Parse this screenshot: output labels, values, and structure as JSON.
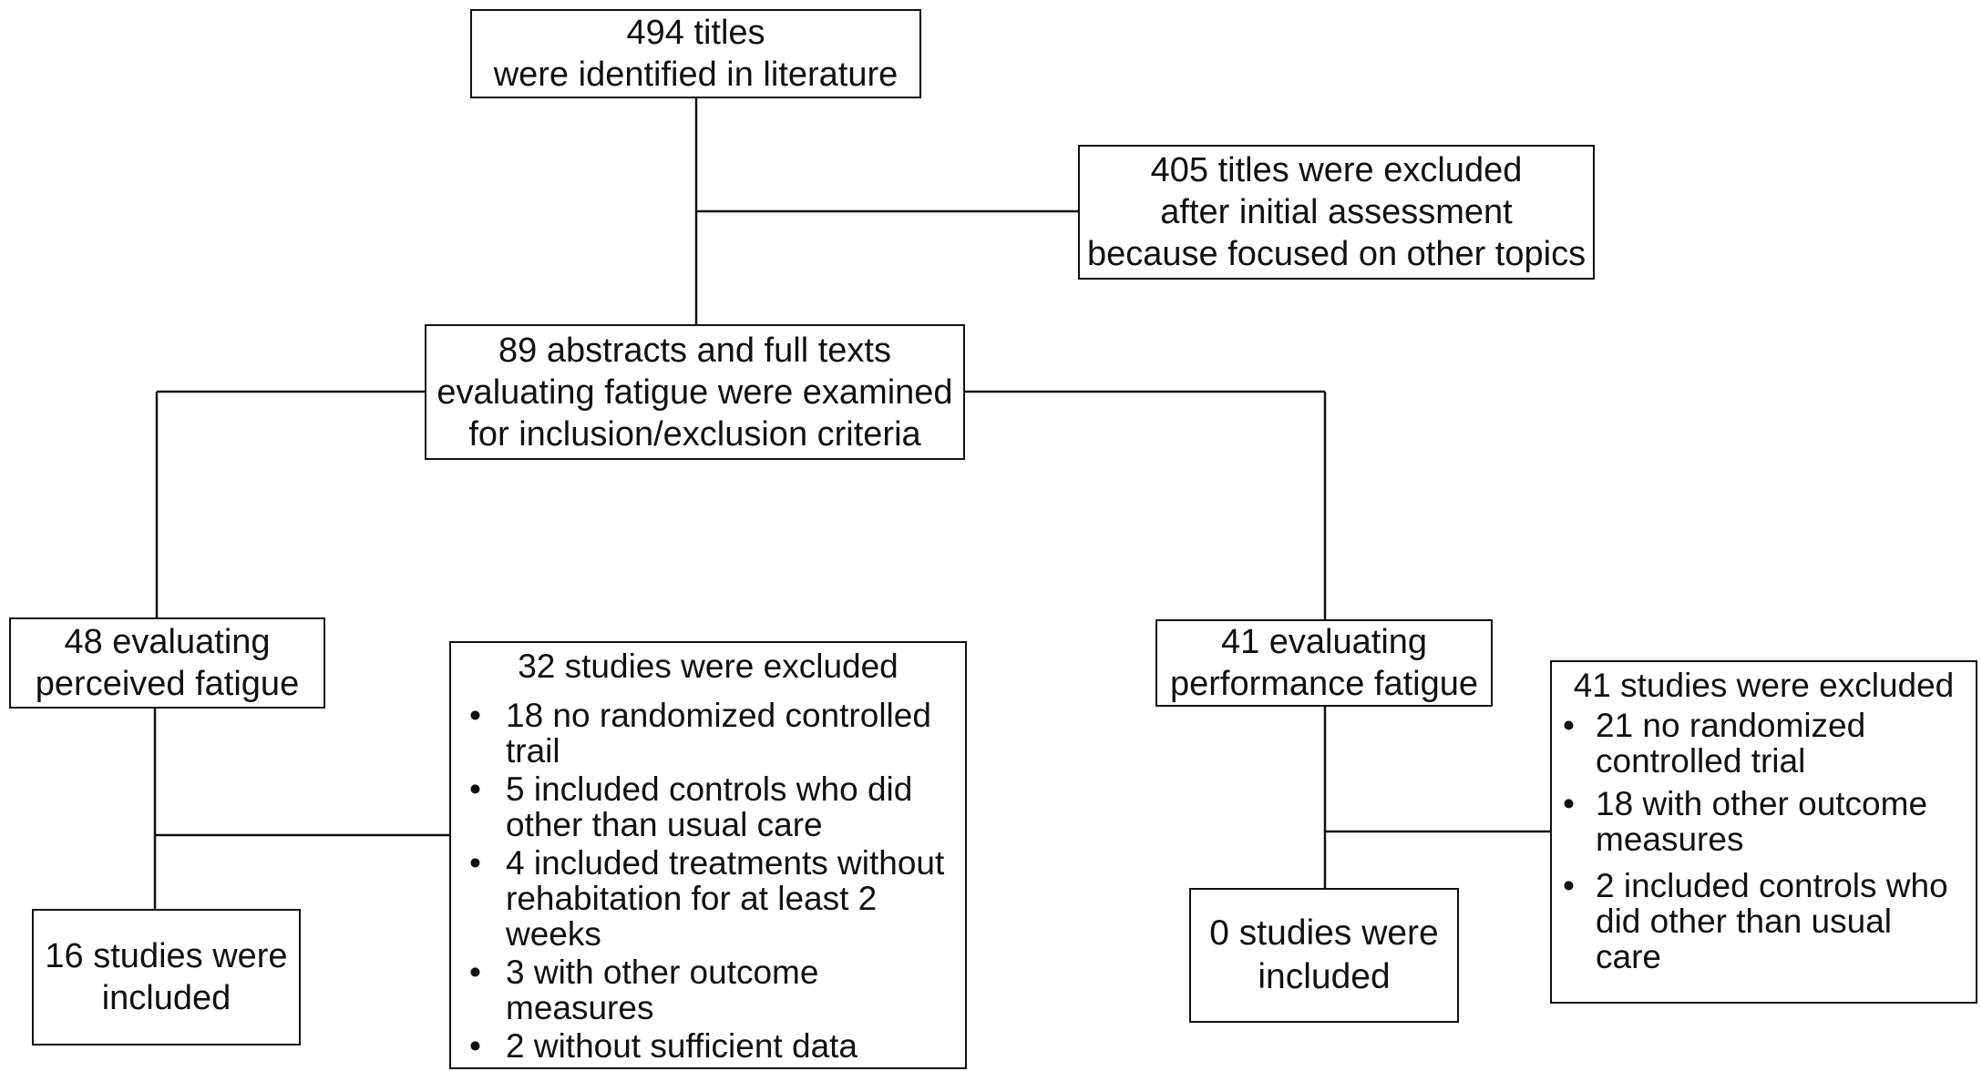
{
  "identified": [
    "494 titles",
    "were identified in literature"
  ],
  "excluded_initial": [
    "405 titles were excluded",
    "after initial assessment",
    "because focused on other topics"
  ],
  "examined": [
    "89 abstracts and full texts",
    "evaluating fatigue were examined",
    "for inclusion/exclusion criteria"
  ],
  "perceived": [
    "48 evaluating",
    "perceived fatigue"
  ],
  "performance": [
    "41 evaluating",
    "performance fatigue"
  ],
  "perceived_excluded": {
    "title": "32 studies were excluded",
    "items": [
      "18 no randomized controlled trail",
      "5 included controls who did other than usual care",
      "4 included treatments without rehabitation for at least 2 weeks",
      "3 with other outcome measures",
      "2 without sufficient data"
    ]
  },
  "performance_excluded": {
    "title": "41 studies were excluded",
    "items": [
      "21 no randomized controlled trial",
      "18 with other outcome measures",
      "2 included controls who did other than usual care"
    ]
  },
  "perceived_included": [
    "16 studies were",
    "included"
  ],
  "performance_included": [
    "0 studies were",
    "included"
  ],
  "bullet_symbol": "•"
}
